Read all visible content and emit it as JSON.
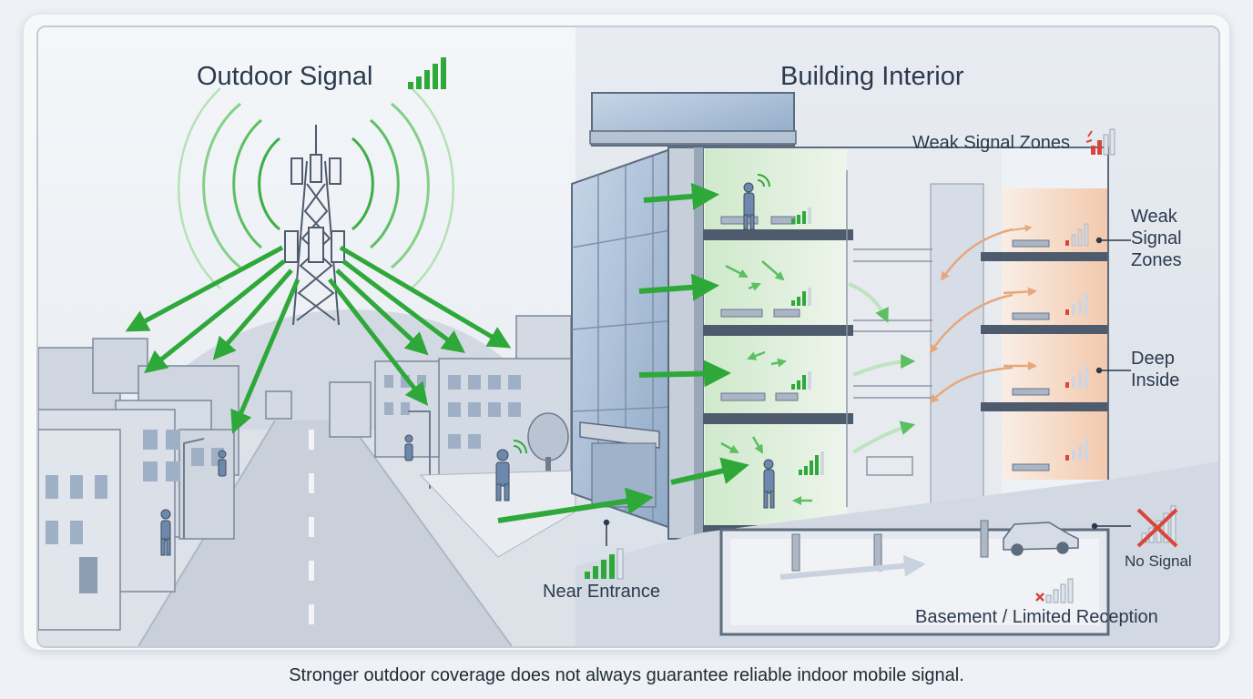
{
  "titles": {
    "outdoor": "Outdoor Signal",
    "indoor": "Building Interior"
  },
  "labels": {
    "weak_signal_zones_top": "Weak Signal Zones",
    "weak_signal_zones_side": "Weak Signal Zones",
    "deep_inside": "Deep Inside",
    "no_signal": "No Signal",
    "near_entrance": "Near Entrance",
    "basement": "Basement / Limited Reception"
  },
  "caption": "Stronger outdoor coverage does not always guarantee reliable indoor mobile signal.",
  "icons": {
    "outdoor_signal": "signal-bars-full-icon",
    "weak_signal": "signal-bars-weak-icon",
    "no_signal": "no-signal-x-icon",
    "near_entrance_signal": "signal-bars-strong-icon",
    "basement_signal": "signal-bars-limited-icon",
    "tower": "cell-tower-icon"
  },
  "colors": {
    "strong_signal": "#2fa83a",
    "weak_signal": "#d8463a",
    "weak_zone_fill": "#f7d9c6",
    "strong_zone_fill": "#d9efd6",
    "building_glass": "#a9bfd8",
    "structure": "#5d6b7e"
  }
}
